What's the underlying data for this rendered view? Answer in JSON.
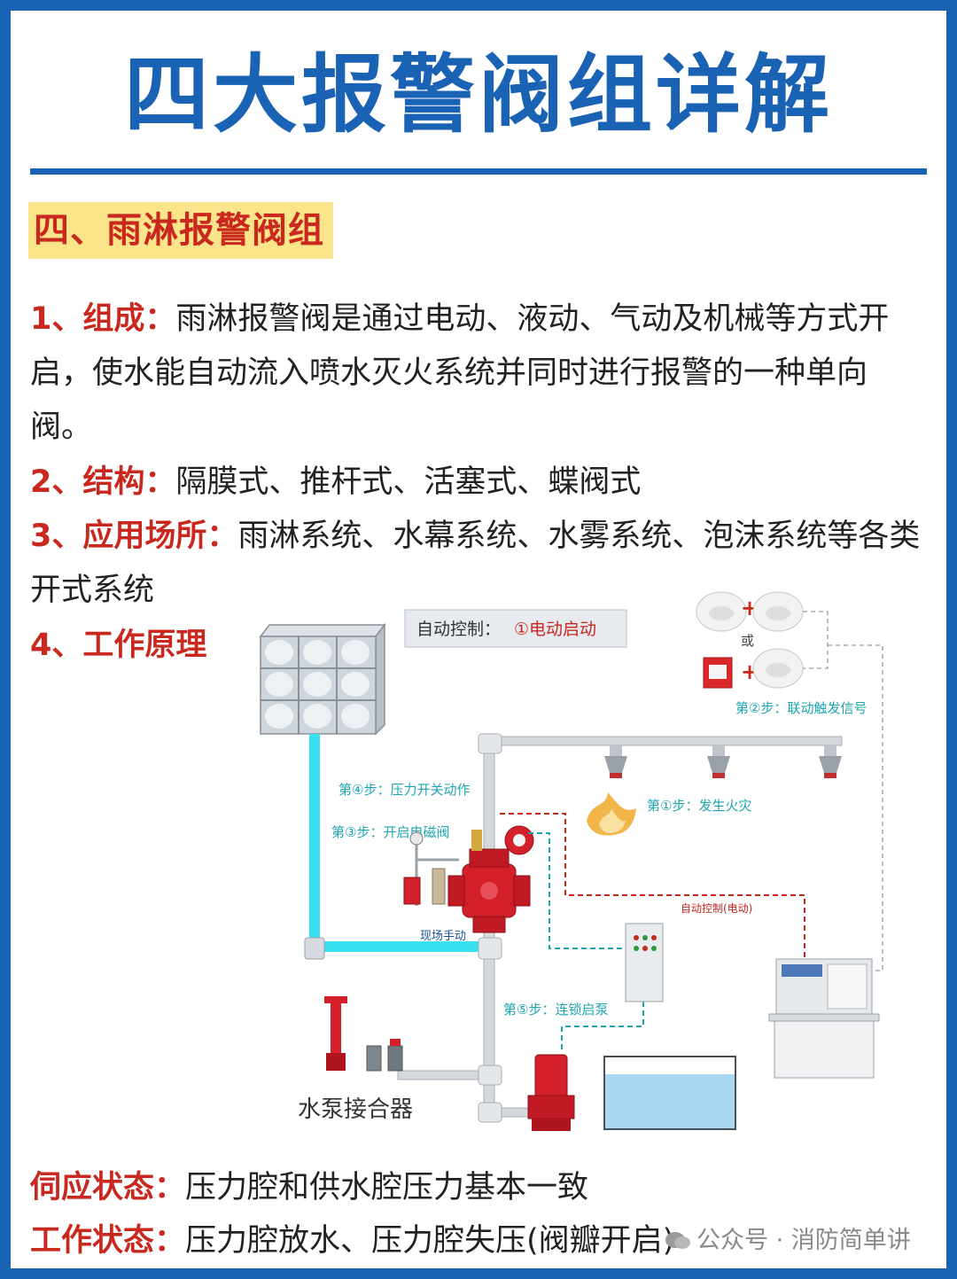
{
  "title": "四大报警阀组详解",
  "section_heading": "四、雨淋报警阀组",
  "items": [
    {
      "label": "1、组成：",
      "text": "雨淋报警阀是通过电动、液动、气动及机械等方式开启，使水能自动流入喷水灭火系统并同时进行报警的一种单向阀。"
    },
    {
      "label": "2、结构：",
      "text": "隔膜式、推杆式、活塞式、蝶阀式"
    },
    {
      "label": "3、应用场所：",
      "text": "雨淋系统、水幕系统、水雾系统、泡沫系统等各类开式系统"
    },
    {
      "label": "4、工作原理",
      "text": ""
    }
  ],
  "diagram": {
    "auto_control_label": "自动控制：",
    "auto_control_value": "①电动启动",
    "or_label": "或",
    "step2": "第②步：联动触发信号",
    "step4": "第④步：压力开关动作",
    "step1": "第①步：发生火灾",
    "step3": "第③步：开启电磁阀",
    "auto_control_electric": "自动控制(电动)",
    "manual_label": "现场手动",
    "step5": "第⑤步：连锁启泵",
    "pump_adapter_label": "水泵接合器"
  },
  "states": [
    {
      "label": "伺应状态：",
      "text": "压力腔和供水腔压力基本一致"
    },
    {
      "label": "工作状态：",
      "text": "压力腔放水、压力腔失压(阀瓣开启)"
    }
  ],
  "watermark": "公众号 · 消防简单讲",
  "colors": {
    "primary_blue": "#1a62b3",
    "label_red": "#c8281e",
    "highlight_yellow": "#fbe58a",
    "cyan_pipe": "#38e0f0",
    "dashed_red": "#c8281e",
    "dashed_teal": "#1ea5b0"
  }
}
